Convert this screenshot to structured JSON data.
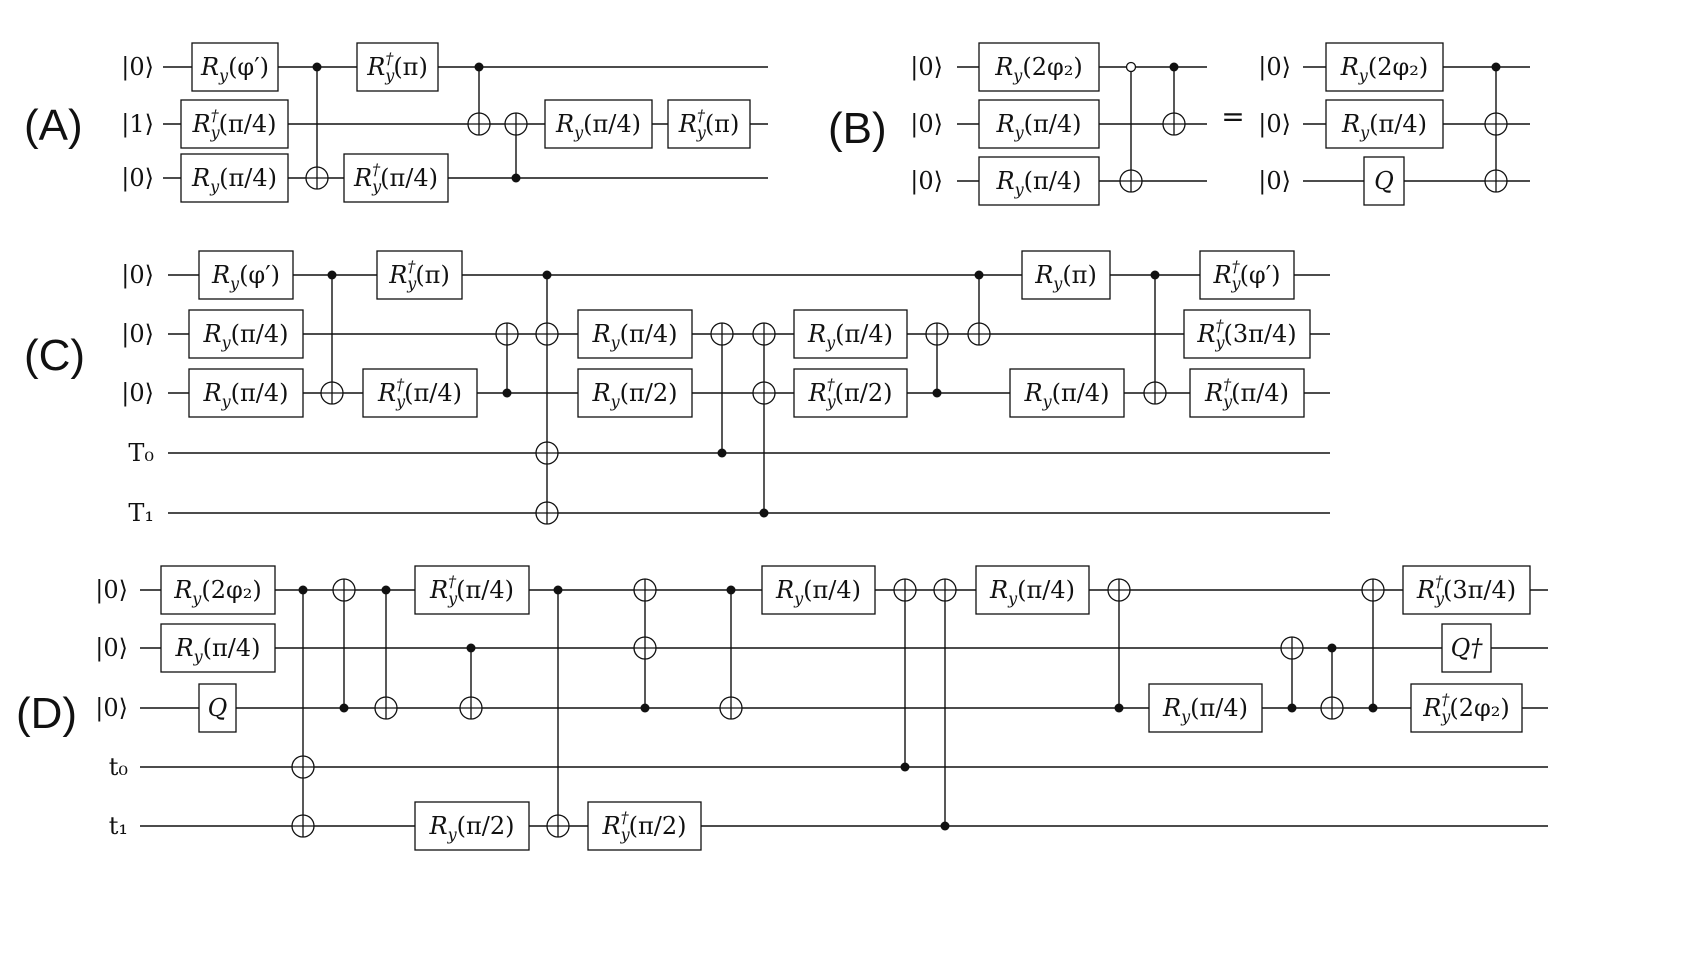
{
  "panel_labels": {
    "A": "(A)",
    "B": "(B)",
    "C": "(C)",
    "D": "(D)"
  },
  "equals_sign": "=",
  "wire_labels": {
    "A": [
      "|0⟩",
      "|1⟩",
      "|0⟩"
    ],
    "B_left": [
      "|0⟩",
      "|0⟩",
      "|0⟩"
    ],
    "B_right": [
      "|0⟩",
      "|0⟩",
      "|0⟩"
    ],
    "C": [
      "|0⟩",
      "|0⟩",
      "|0⟩",
      "T₀",
      "T₁"
    ],
    "D": [
      "|0⟩",
      "|0⟩",
      "|0⟩",
      "t₀",
      "t₁"
    ]
  },
  "gates": {
    "A": [
      "R_y(φ′)",
      "R_y†(π/4)",
      "R_y(π/4)",
      "R_y†(π)",
      "R_y†(π/4)",
      "R_y(π/4)",
      "R_y†(π)"
    ],
    "B_left": [
      "R_y(2φ₂)",
      "R_y(π/4)",
      "R_y(π/4)"
    ],
    "B_right": [
      "R_y(2φ₂)",
      "R_y(π/4)",
      "Q"
    ],
    "C": [
      "R_y(φ′)",
      "R_y(π/4)",
      "R_y(π/4)",
      "R_y†(π)",
      "R_y†(π/4)",
      "R_y(π/4)",
      "R_y(π/2)",
      "R_y(π/4)",
      "R_y†(π/2)",
      "R_y(π)",
      "R_y(π/4)",
      "R_y†(φ′)",
      "R_y†(3π/4)",
      "R_y†(π/4)"
    ],
    "D": [
      "R_y(2φ₂)",
      "R_y(π/4)",
      "Q",
      "R_y†(π/4)",
      "R_y(π/2)",
      "R_y†(π/2)",
      "R_y(π/4)",
      "R_y(π/4)",
      "R_y(π/4)",
      "R_y†(3π/4)",
      "Q†",
      "R_y†(2φ₂)"
    ]
  }
}
